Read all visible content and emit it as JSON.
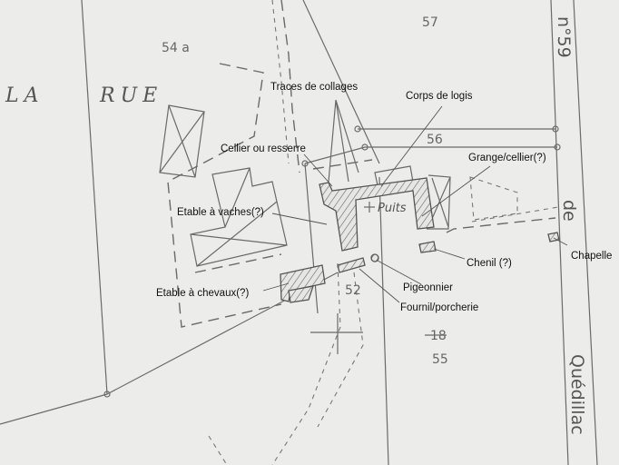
{
  "street_names": {
    "la": "LA",
    "rue": "RUE",
    "n59": "n°59",
    "de": "de",
    "quedillac": "Quédillac"
  },
  "parcels": {
    "p54a": "54 a",
    "p57": "57",
    "p56": "56",
    "p52": "52",
    "p18": "18",
    "p55": "55"
  },
  "well_label": "Puits",
  "annotations": {
    "traces": "Traces de collages",
    "corps": "Corps de logis",
    "cellier": "Cellier ou resserre",
    "grange": "Grange/cellier(?)",
    "etable_vaches": "Etable à vaches(?)",
    "chenil": "Chenil (?)",
    "chapelle": "Chapelle",
    "pigeonnier": "Pigeonnier",
    "etable_chevaux": "Etable à chevaux(?)",
    "fournil": "Fournil/porcherie"
  }
}
